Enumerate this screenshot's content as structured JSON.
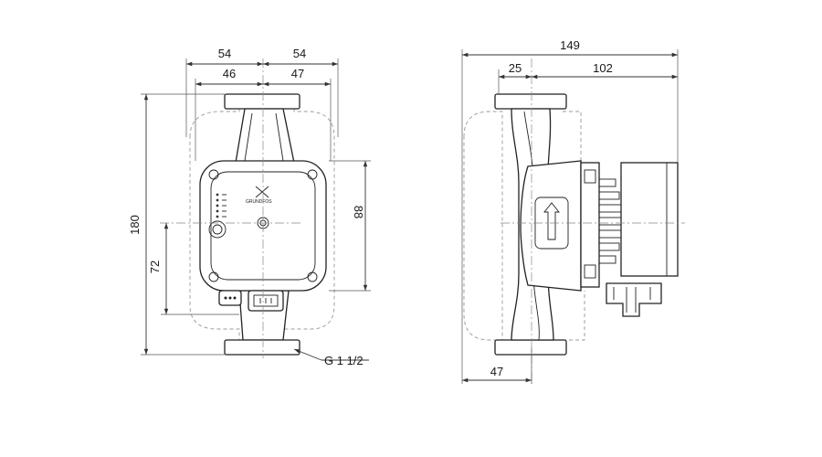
{
  "front_view": {
    "dim_top_left_outer": "54",
    "dim_top_right_outer": "54",
    "dim_top_left_inner": "46",
    "dim_top_right_inner": "47",
    "dim_height_total": "180",
    "dim_height_lower": "72",
    "dim_height_head": "88",
    "callout_thread": "G 1 1/2",
    "brand_text": "GRUNDFOS"
  },
  "side_view": {
    "dim_total_length": "149",
    "dim_flange_to_head": "25",
    "dim_head_length": "102",
    "dim_bottom_offset": "47"
  }
}
